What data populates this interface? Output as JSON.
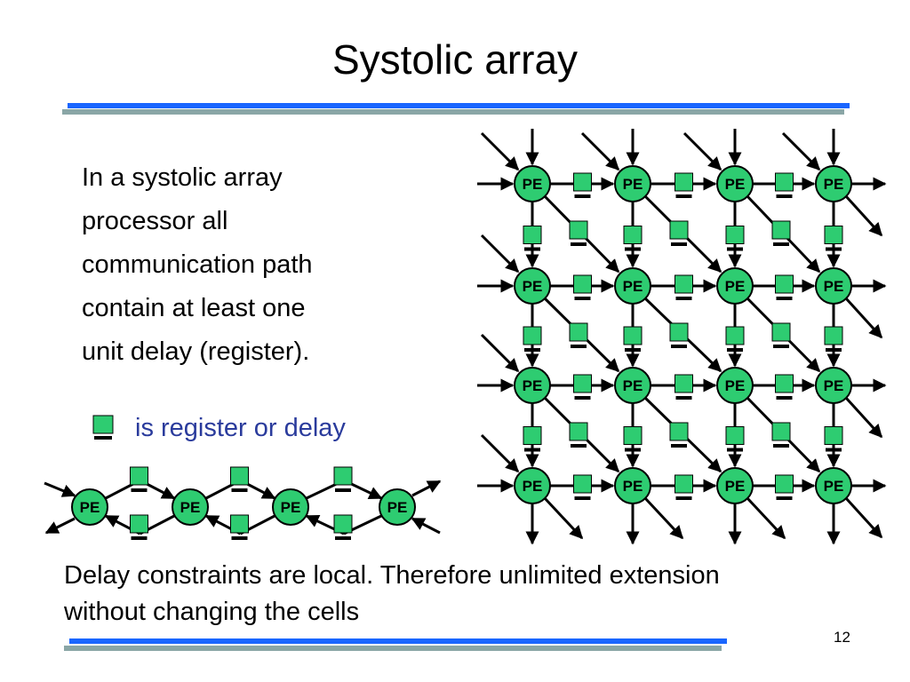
{
  "slide": {
    "title": "Systolic array",
    "body_lines": [
      "In a systolic array",
      "processor all",
      "communication path",
      "contain at least one",
      "unit delay (register)."
    ],
    "legend_label": "is register or delay",
    "bottom_lines": [
      "Delay constraints are local. Therefore unlimited extension",
      "without changing the cells"
    ],
    "page_number": "12"
  },
  "diagram": {
    "node_label": "PE",
    "grid_rows": 4,
    "grid_cols": 4,
    "chain_nodes": 4
  },
  "colors": {
    "node_fill": "#2ecc71",
    "register_fill": "#2ecc71",
    "top_bar_blue": "#1a66ff",
    "bar_shadow": "#8aa6a6",
    "legend_text": "#2a3b9c"
  }
}
